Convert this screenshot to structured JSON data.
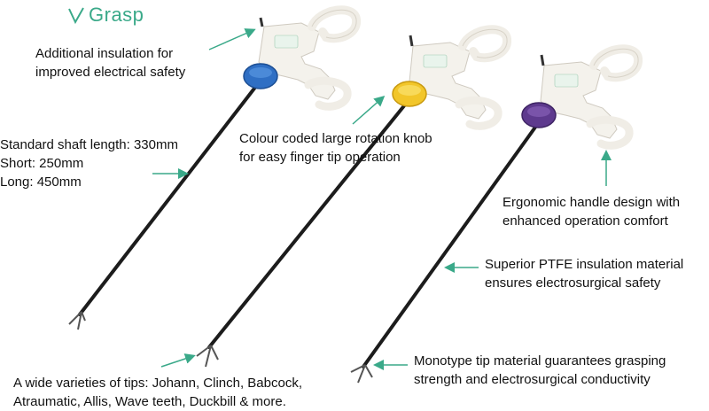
{
  "brand": {
    "name": "Grasp",
    "color": "#3aa989"
  },
  "labels": {
    "insulation": [
      "Additional insulation for",
      "improved electrical safety"
    ],
    "shaft": [
      "Standard shaft length: 330mm",
      "Short: 250mm",
      "Long: 450mm"
    ],
    "knob": [
      "Colour coded large rotation knob",
      "for easy finger tip operation"
    ],
    "handle": [
      "Ergonomic handle design with",
      "enhanced operation comfort"
    ],
    "ptfe": [
      "Superior PTFE insulation material",
      "ensures electrosurgical safety"
    ],
    "tips": [
      "A wide varieties of tips: Johann, Clinch, Babcock,",
      "Atraumatic, Allis, Wave teeth, Duckbill & more."
    ],
    "mono": [
      "Monotype tip material guarantees grasping",
      "strength and electrosurgical conductivity"
    ]
  },
  "knob_colors": {
    "blue": "#2f6fc4",
    "yellow": "#f2c62a",
    "purple": "#5e3a8e"
  },
  "arrow_color": "#3aa989"
}
